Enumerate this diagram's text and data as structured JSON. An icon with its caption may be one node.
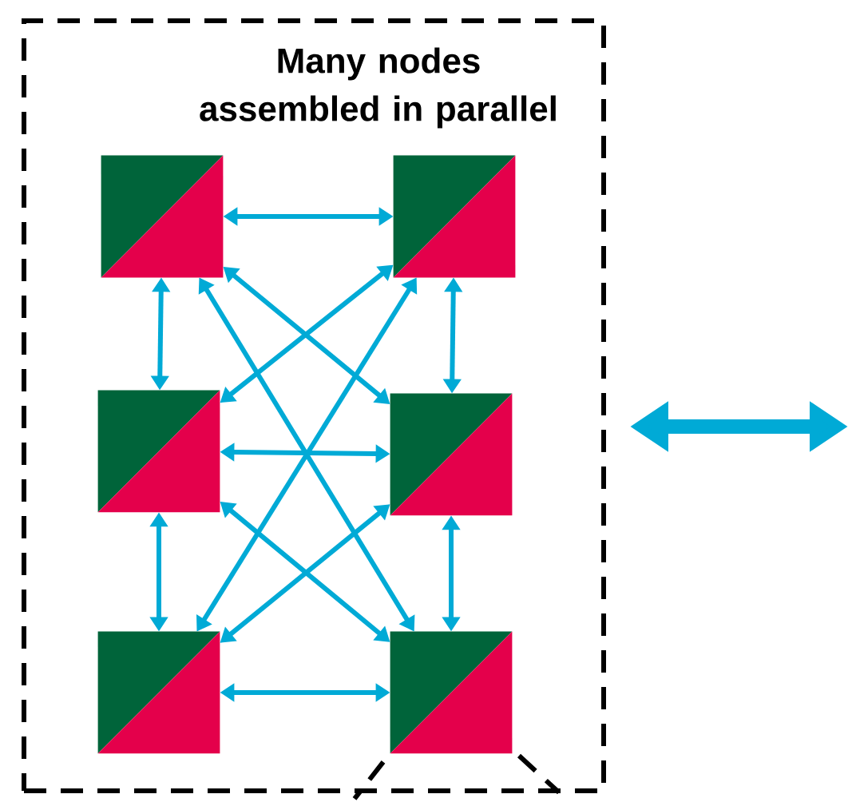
{
  "diagram": {
    "nodes": [
      {
        "text": [
          "Many nodes assembled in parallel"
        ]
      },
      {
        "text": [],
        "shape": "box",
        "in": 0
      },
      {
        "text": [],
        "shape": "box",
        "in": 0
      },
      {
        "text": [],
        "shape": "box",
        "in": 0
      },
      {
        "text": [],
        "shape": "box",
        "in": 0
      },
      {
        "text": [],
        "shape": "box",
        "in": 0
      },
      {
        "text": [],
        "shape": "box",
        "in": 0
      }
    ],
    "edges": [
      {
        "from": 1,
        "to": 3,
        "arrow": "both"
      },
      {
        "from": 3,
        "to": 5,
        "arrow": "both"
      },
      {
        "from": 2,
        "to": 4,
        "arrow": "both"
      },
      {
        "from": 4,
        "to": 6,
        "arrow": "both"
      },
      {
        "from": 1,
        "to": 2,
        "arrow": "both"
      },
      {
        "from": 1,
        "to": 4,
        "arrow": "both"
      },
      {
        "from": 1,
        "to": 6,
        "arrow": "both"
      },
      {
        "from": 3,
        "to": 2,
        "arrow": "both"
      },
      {
        "from": 3,
        "to": 4,
        "arrow": "both"
      },
      {
        "from": 3,
        "to": 6,
        "arrow": "both"
      },
      {
        "from": 5,
        "to": 2,
        "arrow": "both"
      },
      {
        "from": 5,
        "to": 4,
        "arrow": "both"
      },
      {
        "from": 5,
        "to": 6,
        "arrow": "both"
      },
      {
        "from": 0,
        "to": null,
        "arrow": "both",
        "style": "thick"
      }
    ]
  }
}
